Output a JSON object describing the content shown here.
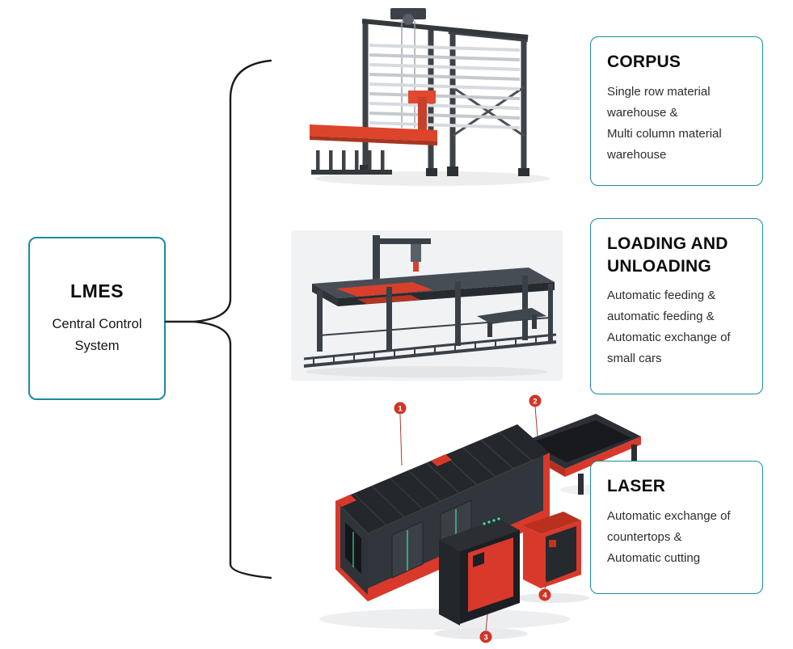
{
  "colors": {
    "accent_teal": "#1b8a9e",
    "accent_red": "#d8392b"
  },
  "lmes": {
    "title": "LMES",
    "subtitle_line1": "Central Control",
    "subtitle_line2": "System"
  },
  "cards": [
    {
      "heading": "CORPUS",
      "lines": [
        "Single row material",
        "warehouse &",
        "Multi column material",
        "warehouse"
      ]
    },
    {
      "heading": "LOADING AND UNLOADING",
      "lines": [
        "Automatic feeding &",
        "automatic feeding &",
        "Automatic exchange of",
        "small cars"
      ]
    },
    {
      "heading": "LASER",
      "lines": [
        "Automatic exchange of",
        "countertops &",
        "Automatic cutting"
      ]
    }
  ],
  "laser_markers": [
    "1",
    "2",
    "3",
    "4"
  ]
}
